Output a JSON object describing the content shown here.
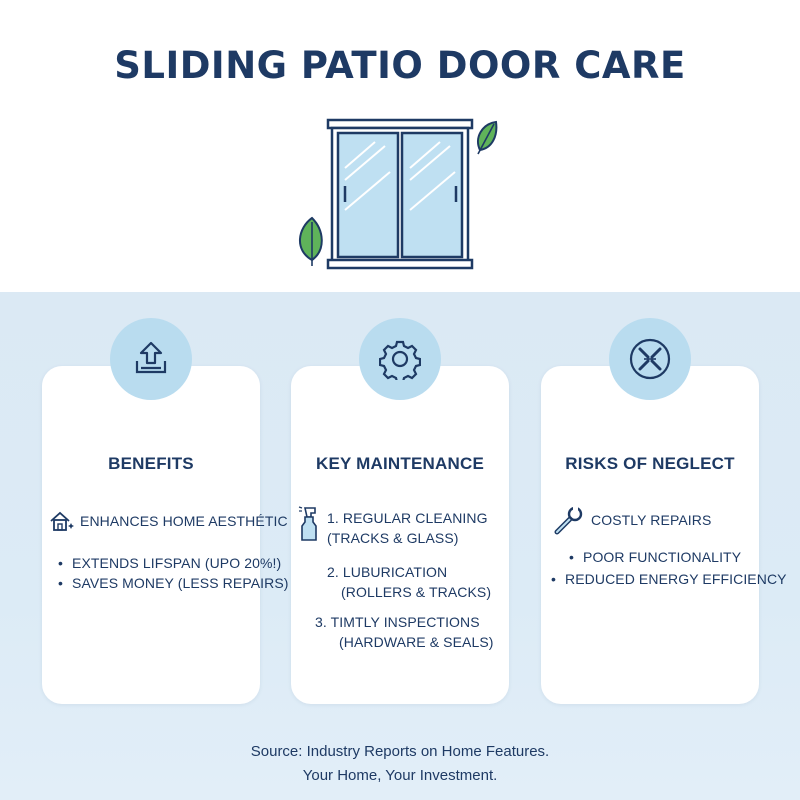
{
  "title": "SLIDING PATIO DOOR CARE",
  "cards": [
    {
      "icon": "upload-tray-icon",
      "title": "BENEFITS",
      "feature": "ENHANCES HOME AESTHÉTIC",
      "feature_icon": "house-sparkle-icon",
      "bullets": [
        "EXTENDS LIFSPAN (UPO 20%!)",
        "SAVES MONEY (LESS REPAIRS)"
      ]
    },
    {
      "icon": "gear-icon",
      "title": "KEY MAINTENANCE",
      "steps": [
        {
          "line1": "1. REGULAR CLEANING",
          "line2": "(TRACKS & GLASS)"
        },
        {
          "line1": "2. LUBURICATION",
          "line2": "(ROLLERS & TRACKS)"
        },
        {
          "line1": "3. TIMTLY INSPECTIONS",
          "line2": "(HARDWARE & SEALS)"
        }
      ],
      "step_icon": "spray-bottle-icon"
    },
    {
      "icon": "broken-tools-icon",
      "title": "RISKS OF NEGLECT",
      "feature": "COSTLY REPAIRS",
      "feature_icon": "wrench-icon",
      "bullets": [
        "POOR FUNCTIONALITY",
        "REDUCED ENERGY EFFICIENCY"
      ]
    }
  ],
  "footer": {
    "line1": "Source: Industry Reports on Home Features.",
    "line2": "Your Home, Your Investment."
  },
  "colors": {
    "navy": "#1e3a64",
    "panel": "#dbe9f4",
    "badge": "#b9dcef",
    "glass": "#bfe0f2",
    "leaf": "#5fb35a"
  }
}
